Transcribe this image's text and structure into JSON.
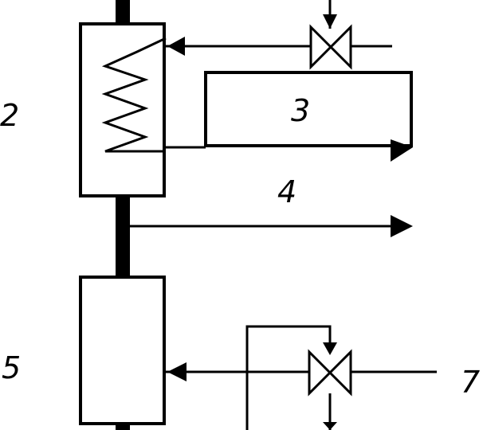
{
  "diagram": {
    "labels": {
      "label_2": "2",
      "label_3": "3",
      "label_4": "4",
      "label_5": "5",
      "label_7": "7"
    }
  },
  "colors": {
    "stroke": "#000000",
    "background": "#ffffff"
  }
}
